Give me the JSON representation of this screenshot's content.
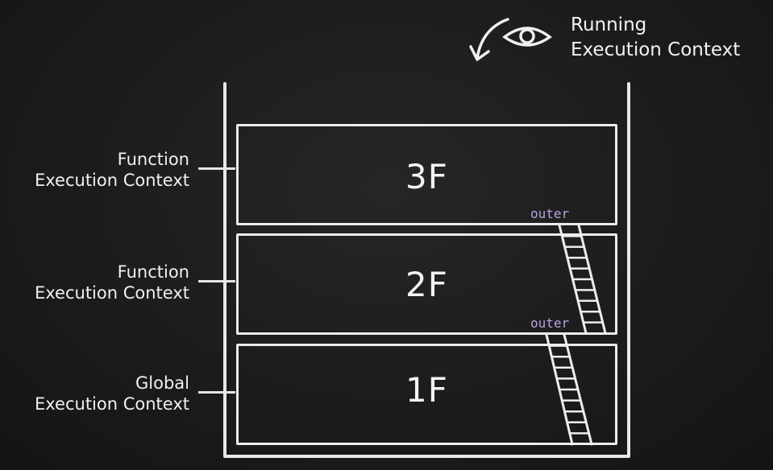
{
  "header": {
    "running_line1": "Running",
    "running_line2": "Execution Context"
  },
  "floors": [
    {
      "label": "3F",
      "context_line1": "Function",
      "context_line2": "Execution Context"
    },
    {
      "label": "2F",
      "context_line1": "Function",
      "context_line2": "Execution Context"
    },
    {
      "label": "1F",
      "context_line1": "Global",
      "context_line2": "Execution Context"
    }
  ],
  "ladders": [
    {
      "tag": "outer"
    },
    {
      "tag": "outer"
    }
  ],
  "colors": {
    "chalk": "#ececec",
    "outer_tag": "#b9a3e6",
    "background": "#1c1c1c"
  },
  "icons": [
    "eye-icon",
    "curved-arrow-icon"
  ]
}
